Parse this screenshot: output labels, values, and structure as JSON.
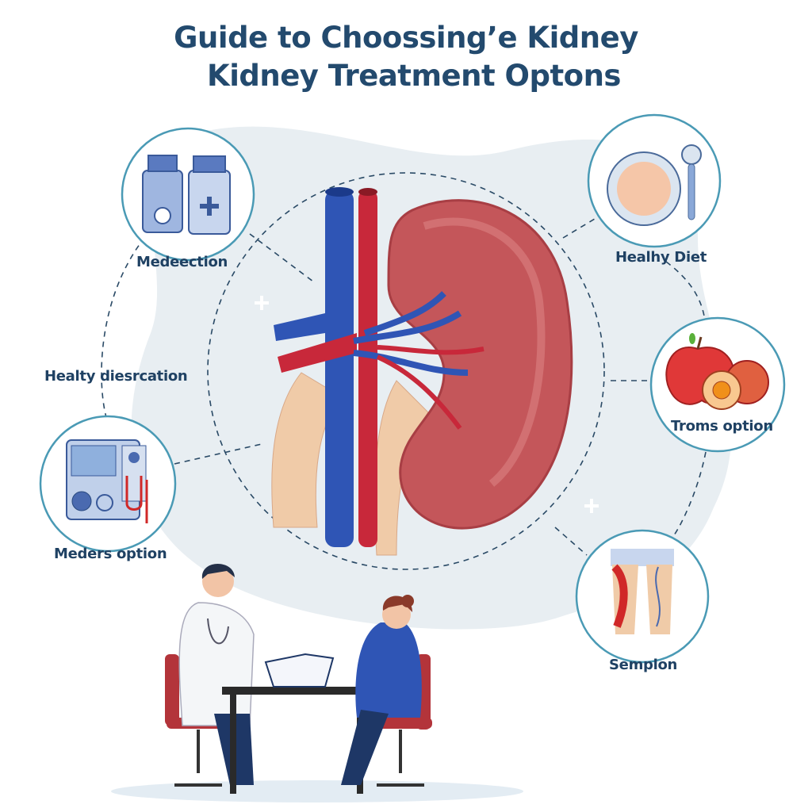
{
  "title": {
    "line1": "Guide to Choossing’e Kidney",
    "line2": "Kidney Treatment Optons"
  },
  "labels": {
    "medication": "Medeection",
    "healthy_diet": "Healhy Diet",
    "healthy_description": "Healty diesrcation",
    "fruits": "Troms option",
    "dialysis": "Meders option",
    "symptom": "Semplon"
  },
  "colors": {
    "title": "#234a6e",
    "ring": "#4a9ab5",
    "vein": "#2f55b5",
    "artery": "#c8283a",
    "kidney": "#c4565a",
    "background_blob": "#e8eef2"
  }
}
